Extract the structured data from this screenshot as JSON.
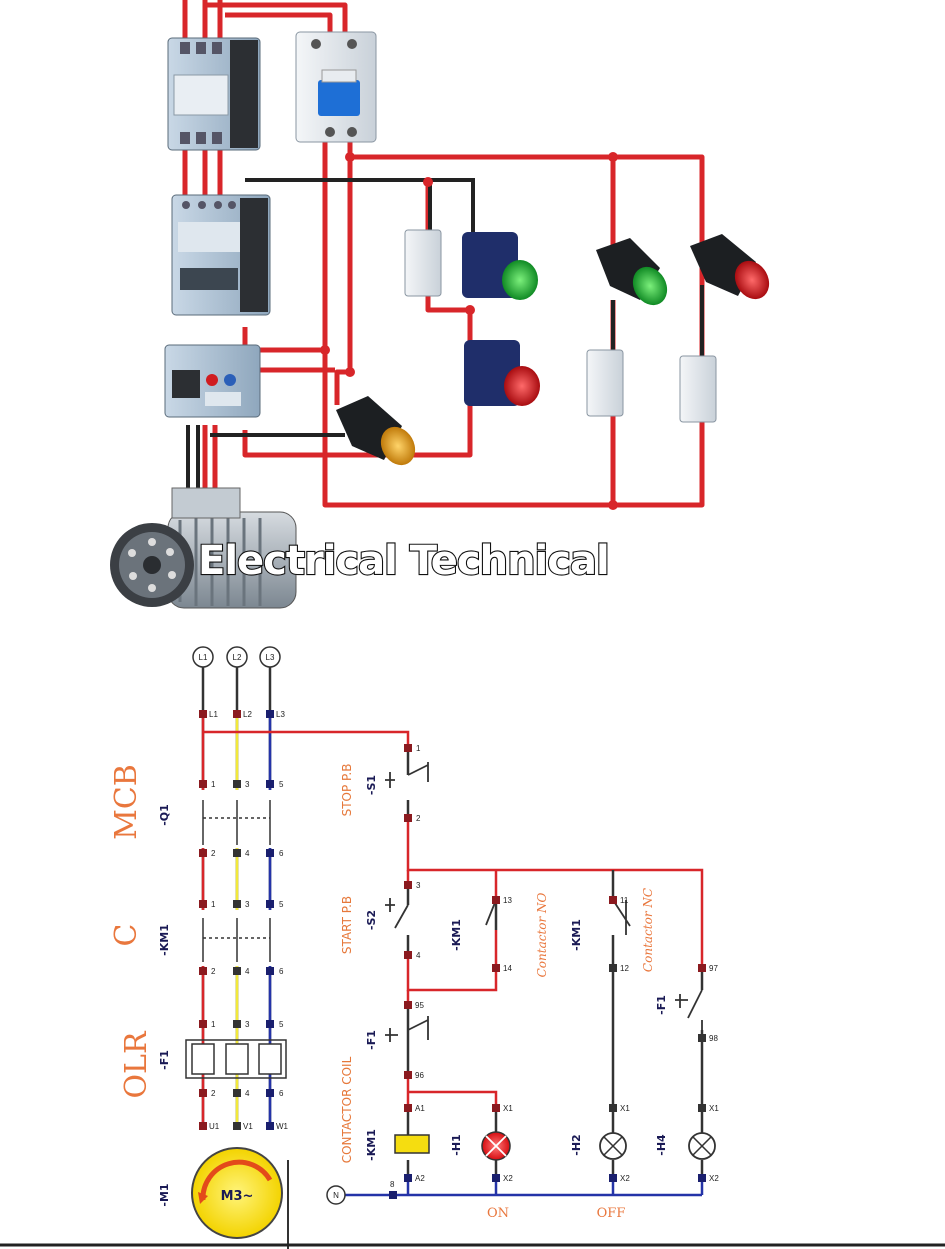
{
  "watermark": "Electrical Technical",
  "phases": [
    "L1",
    "L2",
    "L3"
  ],
  "neutral": "N",
  "terminals": {
    "supply": [
      "L1",
      "L2",
      "L3"
    ],
    "mcb_top": [
      "1",
      "3",
      "5"
    ],
    "mcb_bottom": [
      "2",
      "4",
      "6"
    ],
    "contactor_top": [
      "1",
      "3",
      "5"
    ],
    "contactor_bottom": [
      "2",
      "4",
      "6"
    ],
    "olr_top": [
      "1",
      "3",
      "5"
    ],
    "olr_bottom": [
      "2",
      "4",
      "6"
    ],
    "motor": [
      "U1",
      "V1",
      "W1"
    ],
    "stop": [
      "1",
      "2"
    ],
    "start": [
      "3",
      "4"
    ],
    "aux_no": [
      "13",
      "14"
    ],
    "aux_nc": [
      "11",
      "12"
    ],
    "olr_aux": [
      "97",
      "98"
    ],
    "olr_nc": [
      "95",
      "96"
    ],
    "coil": [
      "A1",
      "A2"
    ],
    "lamp": [
      "X1",
      "X2"
    ],
    "neutral_pt": "8"
  },
  "power_labels": {
    "mcb": {
      "name": "MCB",
      "tag": "-Q1"
    },
    "contactor": {
      "name": "C",
      "tag": "-KM1"
    },
    "olr": {
      "name": "OLR",
      "tag": "-F1"
    },
    "motor": {
      "tag": "-M1",
      "label": "M3~"
    }
  },
  "control_labels": {
    "stop": {
      "name": "STOP P.B",
      "tag": "-S1"
    },
    "start": {
      "name": "START P.B",
      "tag": "-S2"
    },
    "coil": {
      "name": "CONTACTOR COIL",
      "tag": "-KM1"
    },
    "olr_nc": {
      "tag": "-F1"
    },
    "aux_no": {
      "name": "Contactor NO",
      "tag": "-KM1"
    },
    "aux_nc": {
      "name": "Contactor NC",
      "tag": "-KM1"
    },
    "olr_aux": {
      "tag": "-F1"
    },
    "h1": {
      "tag": "-H1"
    },
    "h2": {
      "tag": "-H2"
    },
    "h4": {
      "tag": "-H4"
    },
    "on": "ON",
    "off": "OFF"
  },
  "colors": {
    "red_wire": "#d8262a",
    "black_wire": "#222222",
    "blue_wire": "#2433a8",
    "yellow_wire": "#f2e93a",
    "orange_text": "#e9773d",
    "green_lamp": "#1fae3b",
    "red_lamp": "#d01c20",
    "amber_lamp": "#e0a21a"
  },
  "icons": [
    "mcb-3pole",
    "mcb-2pole",
    "contactor",
    "overload-relay",
    "motor",
    "pushbutton-green",
    "pushbutton-red",
    "pilot-lamp-green",
    "pilot-lamp-red",
    "pilot-lamp-amber",
    "aux-contact-block"
  ]
}
